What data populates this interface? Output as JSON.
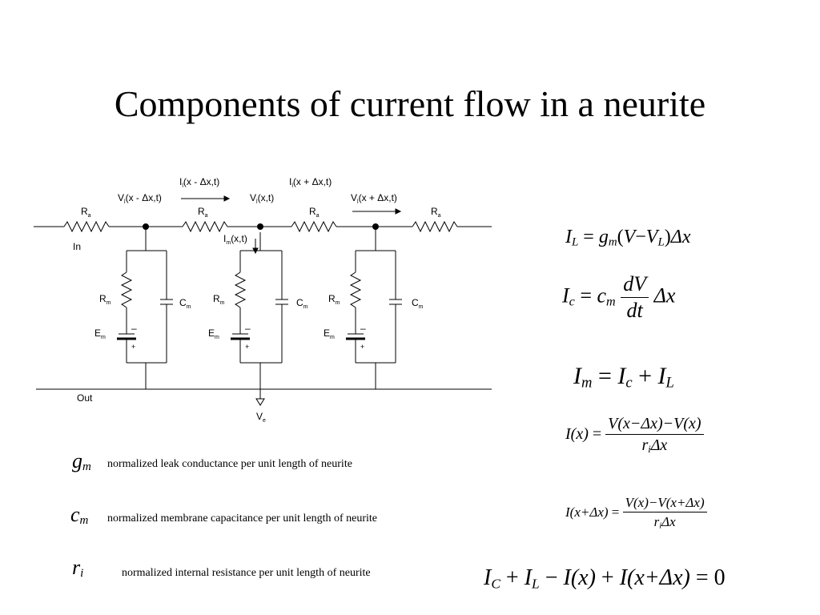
{
  "slide": {
    "title": "Components of current flow in a neurite"
  },
  "circuit": {
    "labels": {
      "ra": "R",
      "ra_sub": "a",
      "rm": "R",
      "rm_sub": "m",
      "cm": "C",
      "cm_sub": "m",
      "em": "E",
      "em_sub": "m",
      "plus": "+",
      "minus": "–",
      "in": "In",
      "out": "Out",
      "ve": "V",
      "ve_sub": "e"
    },
    "currents": {
      "il_left": "I",
      "il_left_sub": "l",
      "il_left_arg": "(x - Δx,t)",
      "il_right": "I",
      "il_right_sub": "l",
      "il_right_arg": "(x + Δx,t)",
      "im": "I",
      "im_sub": "m",
      "im_arg": "(x,t)"
    },
    "voltages": {
      "v_left": "V",
      "v_left_sub": "l",
      "v_left_arg": "(x - Δx,t)",
      "v_mid": "V",
      "v_mid_sub": "l",
      "v_mid_arg": "(x,t)",
      "v_right": "V",
      "v_right_sub": "l",
      "v_right_arg": "(x + Δx,t)"
    }
  },
  "legend": [
    {
      "symbol": "g",
      "sub": "m",
      "text": "normalized leak conductance per unit length of neurite"
    },
    {
      "symbol": "c",
      "sub": "m",
      "text": "normalized membrane capacitance per unit length of neurite"
    },
    {
      "symbol": "r",
      "sub": "i",
      "text": "normalized internal resistance per unit length of neurite"
    }
  ],
  "equations": {
    "leak": {
      "lhs": "I",
      "lhs_sub": "L",
      "eq": "=",
      "g": "g",
      "g_sub": "m",
      "open": "(",
      "v": "V",
      "minus": "−",
      "vl": "V",
      "vl_sub": "L",
      "close": ")",
      "dx": "Δx"
    },
    "cap": {
      "lhs": "I",
      "lhs_sub": "c",
      "eq": "=",
      "c": "c",
      "c_sub": "m",
      "num": "dV",
      "den": "dt",
      "dx": "Δx"
    },
    "membrane": {
      "lhs": "I",
      "lhs_sub": "m",
      "eq": "=",
      "a": "I",
      "a_sub": "c",
      "plus": "+",
      "b": "I",
      "b_sub": "L"
    },
    "axial_left": {
      "lhs": "I",
      "lhs_arg": "(x)",
      "eq": "=",
      "num": "V(x−Δx)−V(x)",
      "den_r": "r",
      "den_sub": "i",
      "den_dx": "Δx"
    },
    "axial_right": {
      "lhs": "I",
      "lhs_arg": "(x+Δx)",
      "eq": "=",
      "num": "V(x)−V(x+Δx)",
      "den_r": "r",
      "den_sub": "i",
      "den_dx": "Δx"
    },
    "conservation": {
      "a": "I",
      "a_sub": "C",
      "plus1": "+",
      "b": "I",
      "b_sub": "L",
      "minus": "−",
      "c": "I(x)",
      "plus2": "+",
      "d": "I(x+Δx)",
      "eq": "=",
      "zero": "0"
    }
  }
}
